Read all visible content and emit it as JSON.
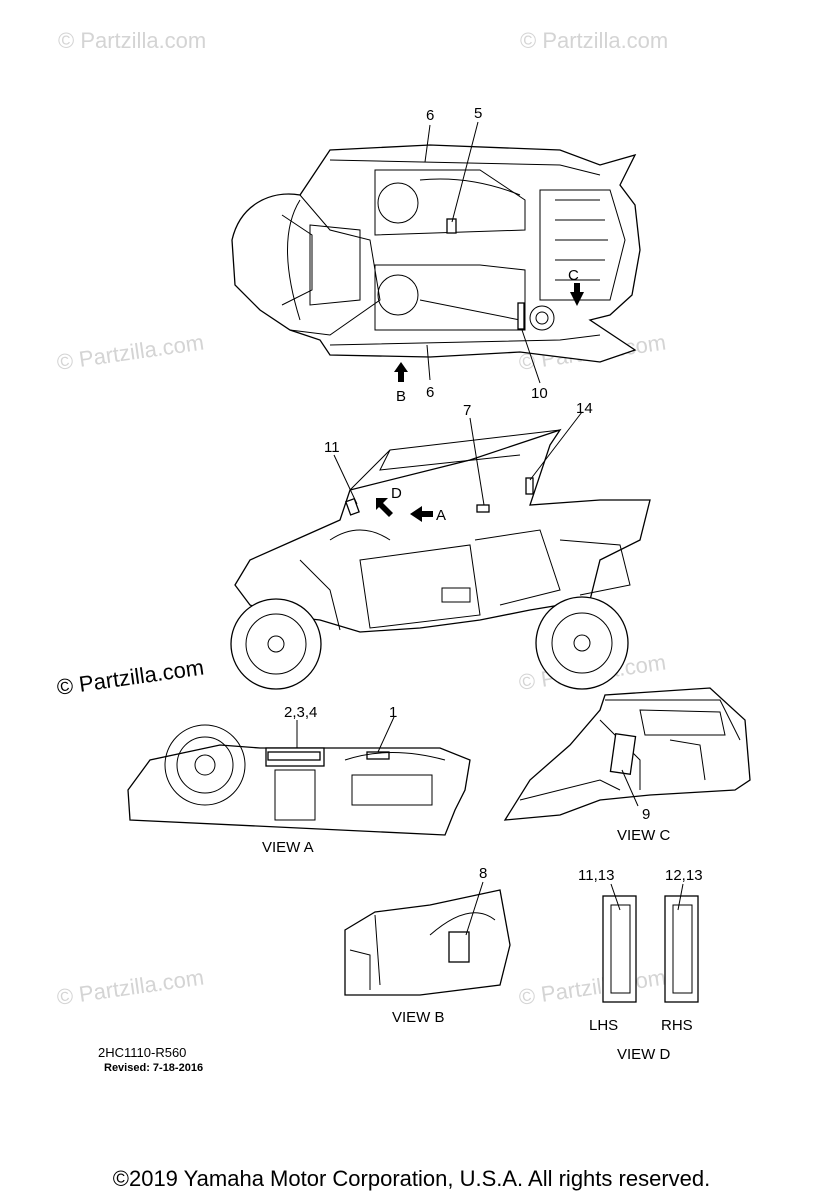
{
  "watermark": "© Partzilla.com",
  "callouts": {
    "c6_top": "6",
    "c5": "5",
    "c_c_top": "C",
    "c_b": "B",
    "c6_bottom": "6",
    "c10": "10",
    "c7": "7",
    "c14": "14",
    "c11": "11",
    "c_d": "D",
    "c_a": "A",
    "c234": "2,3,4",
    "c1": "1",
    "c9": "9",
    "c8": "8",
    "c1113": "11,13",
    "c1213": "12,13"
  },
  "views": {
    "view_a": "VIEW A",
    "view_b": "VIEW B",
    "view_c": "VIEW C",
    "view_d": "VIEW D",
    "lhs": "LHS",
    "rhs": "RHS"
  },
  "drawing_number": "2HC1110-R560",
  "revised": "Revised: 7-18-2016",
  "copyright": "©2019 Yamaha Motor Corporation, U.S.A. All rights reserved."
}
